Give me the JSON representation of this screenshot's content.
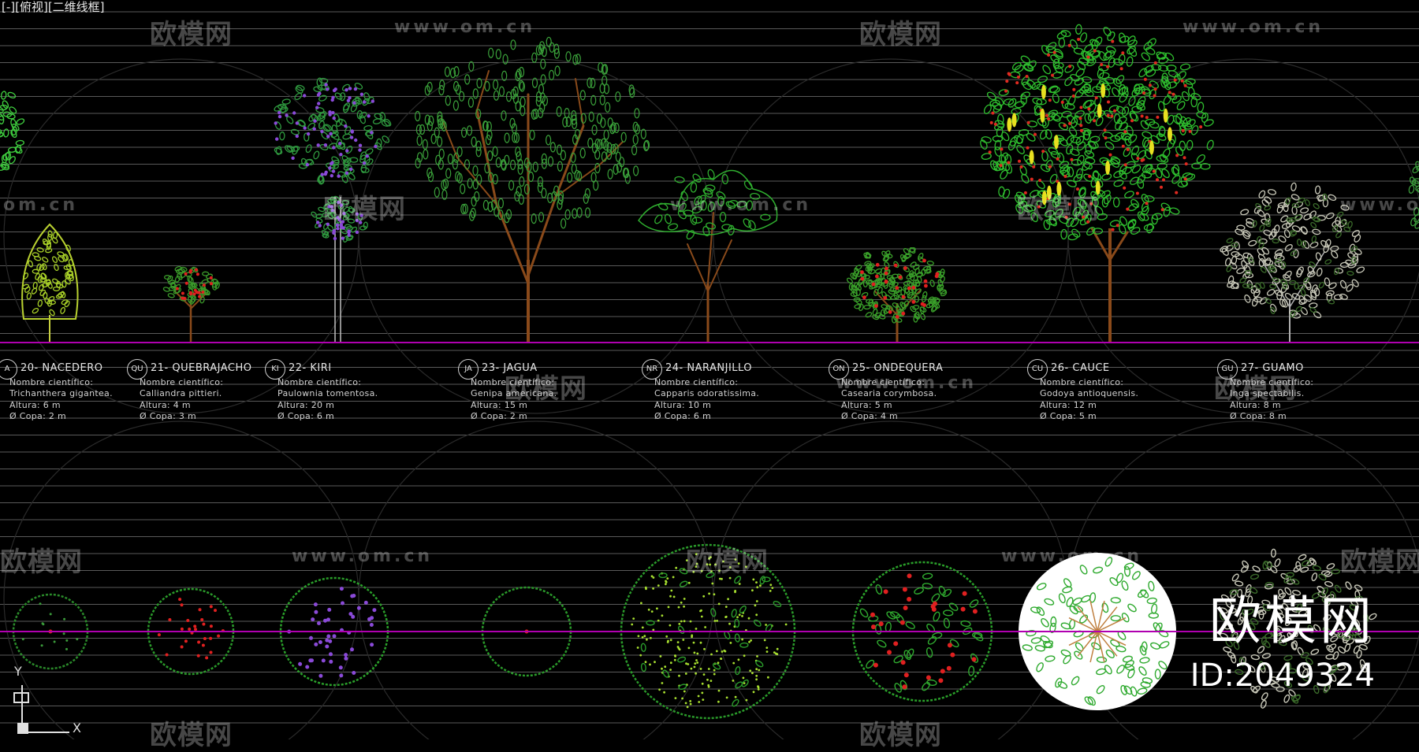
{
  "viewport_label": "[-][俯视][二维线框]",
  "watermarks": {
    "cn": "欧模网",
    "url": "www.om.cn",
    "url_short": "om.cn"
  },
  "brand": {
    "name": "欧模网",
    "id": "ID:2049324"
  },
  "ucs": {
    "y": "Y",
    "x": "X"
  },
  "colors": {
    "background": "#000000",
    "ground_line": "#b000b0",
    "grid_line": "#5a5a5a",
    "trunk_brown": "#8a4a1a",
    "foliage_green": "#2fae2f",
    "flower_purple": "#8a4ad8",
    "flower_red": "#e02020",
    "flower_yellow": "#e8e020"
  },
  "plants": [
    {
      "code": "A",
      "name": "20- NACEDERO",
      "sci_label": "Nombre científico:",
      "sci": "Trichanthera gigantea.",
      "altura": "Altura: 6 m",
      "copa": "Ø Copa: 2 m"
    },
    {
      "code": "QU",
      "name": "21- QUEBRAJACHO",
      "sci_label": "Nombre científico:",
      "sci": "Calliandra pittieri.",
      "altura": "Altura: 4 m",
      "copa": "Ø Copa: 3 m"
    },
    {
      "code": "KI",
      "name": "22- KIRI",
      "sci_label": "Nombre científico:",
      "sci": "Paulownia tomentosa.",
      "altura": "Altura: 20 m",
      "copa": "Ø Copa: 6 m"
    },
    {
      "code": "JA",
      "name": "23- JAGUA",
      "sci_label": "Nombre científico:",
      "sci": "Genipa americana.",
      "altura": "Altura: 15 m",
      "copa": "Ø Copa: 2 m"
    },
    {
      "code": "NR",
      "name": "24- NARANJILLO",
      "sci_label": "Nombre científico:",
      "sci": "Capparis odoratissima.",
      "altura": "Altura: 10 m",
      "copa": "Ø Copa: 6 m"
    },
    {
      "code": "ON",
      "name": "25- ONDEQUERA",
      "sci_label": "Nombre científico:",
      "sci": "Casearia corymbosa.",
      "altura": "Altura: 5 m",
      "copa": "Ø Copa: 4 m"
    },
    {
      "code": "CU",
      "name": "26- CAUCE",
      "sci_label": "Nombre científico:",
      "sci": "Godoya antioquensis.",
      "altura": "Altura: 12 m",
      "copa": "Ø Copa: 5 m"
    },
    {
      "code": "GU",
      "name": "27- GUAMO",
      "sci_label": "Nombre científico:",
      "sci": "Inga spectabilis.",
      "altura": "Altura: 8 m",
      "copa": "Ø Copa: 8 m"
    }
  ]
}
